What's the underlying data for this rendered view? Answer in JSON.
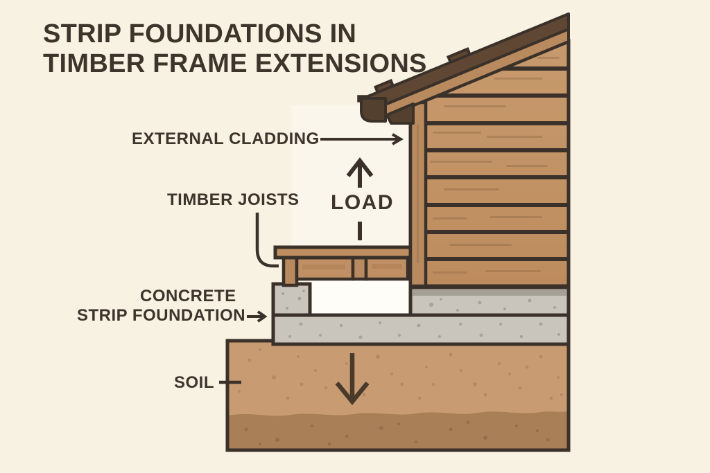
{
  "title": {
    "line1": "STRIP FOUNDATIONS IN",
    "line2": "TIMBER FRAME EXTENSIONS"
  },
  "labels": {
    "external_cladding": "EXTERNAL CLADDING",
    "timber_joists": "TIMBER JOISTS",
    "load": "LOAD",
    "concrete_line1": "CONCRETE",
    "concrete_line2": "STRIP FOUNDATION",
    "soil": "SOIL"
  },
  "colors": {
    "bg": "#f8f2e2",
    "ink": "#3a312a",
    "text": "#3d342c",
    "wood-board": "#c49467",
    "wood-trim": "#b98a5e",
    "wood-plate": "#bf8f62",
    "wood-bay": "#c09064",
    "roof": "#5f4733",
    "gutter": "#53402e",
    "concrete": "#c9c5bd",
    "concrete-dark": "#a5a096",
    "concrete-speck": "#a8a29a",
    "soil": "#c89b73",
    "soil-dark": "#a97f57",
    "soil-speck": "#b58a61",
    "soil-speck-dark": "#93704b",
    "white-space": "#fffdf8"
  }
}
